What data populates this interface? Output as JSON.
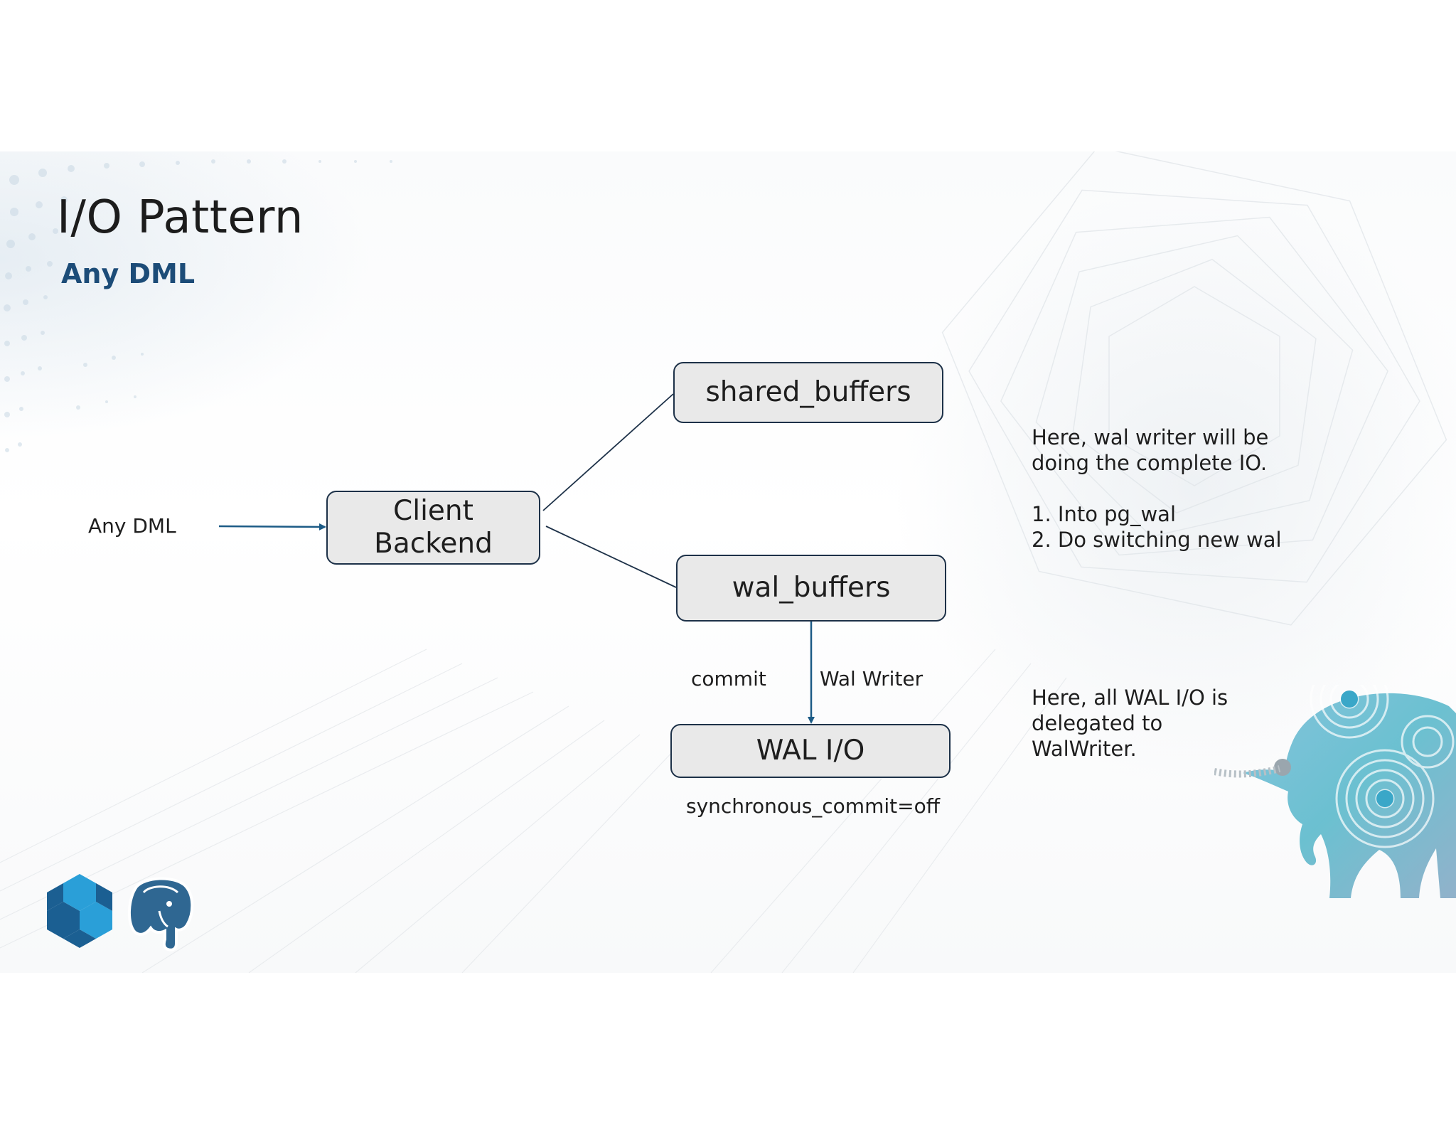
{
  "slide": {
    "title": "I/O Pattern",
    "subtitle": "Any DML"
  },
  "diagram": {
    "input_label": "Any DML",
    "nodes": {
      "client_backend": [
        "Client",
        "Backend"
      ],
      "shared_buffers": "shared_buffers",
      "wal_buffers": "wal_buffers",
      "wal_io": "WAL I/O"
    },
    "edge_labels": {
      "commit": "commit",
      "wal_writer": "Wal Writer"
    },
    "setting_label": "synchronous_commit=off"
  },
  "notes": {
    "top": [
      "Here,  wal writer will be",
      "doing the complete IO.",
      "",
      "1. Into pg_wal",
      "2. Do switching new wal"
    ],
    "bottom": [
      "Here, all WAL I/O is",
      "delegated to",
      "WalWriter."
    ]
  },
  "colors": {
    "arrow": "#1c5b86",
    "box_border": "#1d3148",
    "box_fill": "#e9e9e9",
    "subtitle": "#1c4c78"
  },
  "icons": [
    "hexagon-cluster-logo",
    "postgresql-elephant-logo",
    "decorative-elephant-illustration"
  ]
}
